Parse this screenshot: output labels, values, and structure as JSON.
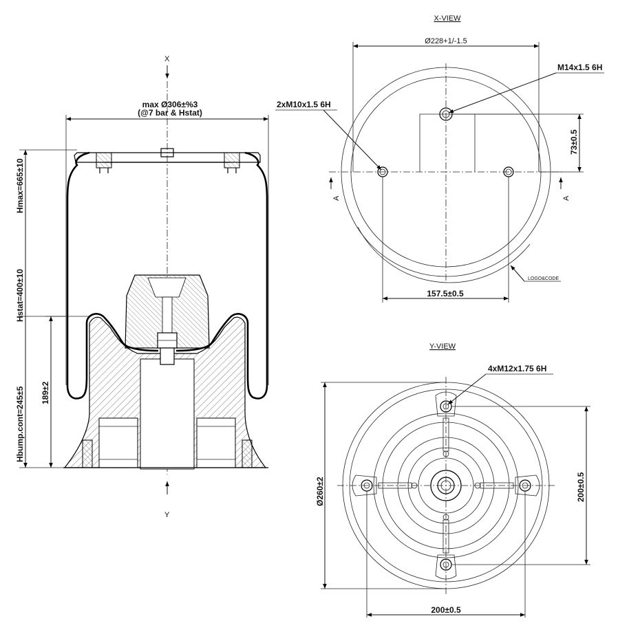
{
  "views": {
    "x_view_title": "X-VIEW",
    "y_view_title": "Y-VIEW"
  },
  "axes": {
    "x": "X",
    "y": "Y",
    "section_a_left": "A",
    "section_a_right": "A"
  },
  "side_view": {
    "max_dia_line1": "max Ø306±%3",
    "max_dia_line2": "(@7 bar & Hstat)",
    "hmax": "Hmax=665±10",
    "hstat": "Hstat=400±10",
    "hbump": "Hbump.cont=245±5",
    "h189": "189±2"
  },
  "x_view": {
    "top_dia": "Ø228+1/-1.5",
    "thread_center": "M14x1.5 6H",
    "thread_side": "2xM10x1.5 6H",
    "offset": "73±0.5",
    "spacing": "157.5±0.5",
    "logo": "LOGO&CODE"
  },
  "y_view": {
    "thread": "4xM12x1.75 6H",
    "dia": "Ø260±2",
    "horiz": "200±0.5",
    "vert": "200±0.5"
  },
  "colors": {
    "line": "#000000",
    "background": "#ffffff"
  }
}
